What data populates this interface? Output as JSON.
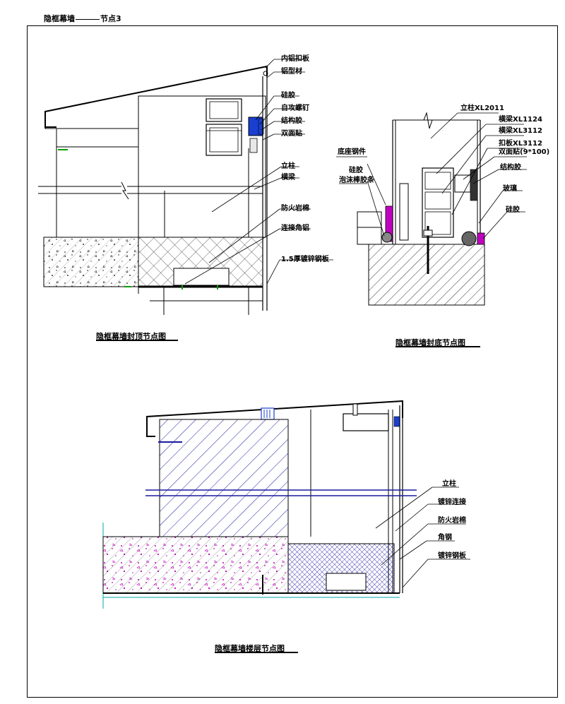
{
  "header": {
    "left": "隐框幕墙",
    "right": "节点3"
  },
  "diagram1": {
    "caption": "隐框幕墙封顶节点图",
    "labels": [
      "内铝扣板",
      "铝型材",
      "硅胶",
      "自攻螺钉",
      "结构胶",
      "双面贴",
      "立柱",
      "横梁",
      "防火岩棉",
      "连接角铝",
      "1.5厚镀锌钢板"
    ]
  },
  "diagram2": {
    "caption": "隐框幕墙封底节点图",
    "labels": [
      "立柱XL2011",
      "底座钢件",
      "硅胶",
      "泡沫棒胶条",
      "横梁XL1124",
      "横梁XL3112",
      "扣板XL3112",
      "双面贴(9*100)",
      "结构胶",
      "玻璃",
      "硅胶"
    ]
  },
  "diagram3": {
    "caption": "隐框幕墙楼层节点图",
    "labels": [
      "立柱",
      "镀锌连接",
      "防火岩棉",
      "角钢",
      "镀锌钢板"
    ]
  }
}
